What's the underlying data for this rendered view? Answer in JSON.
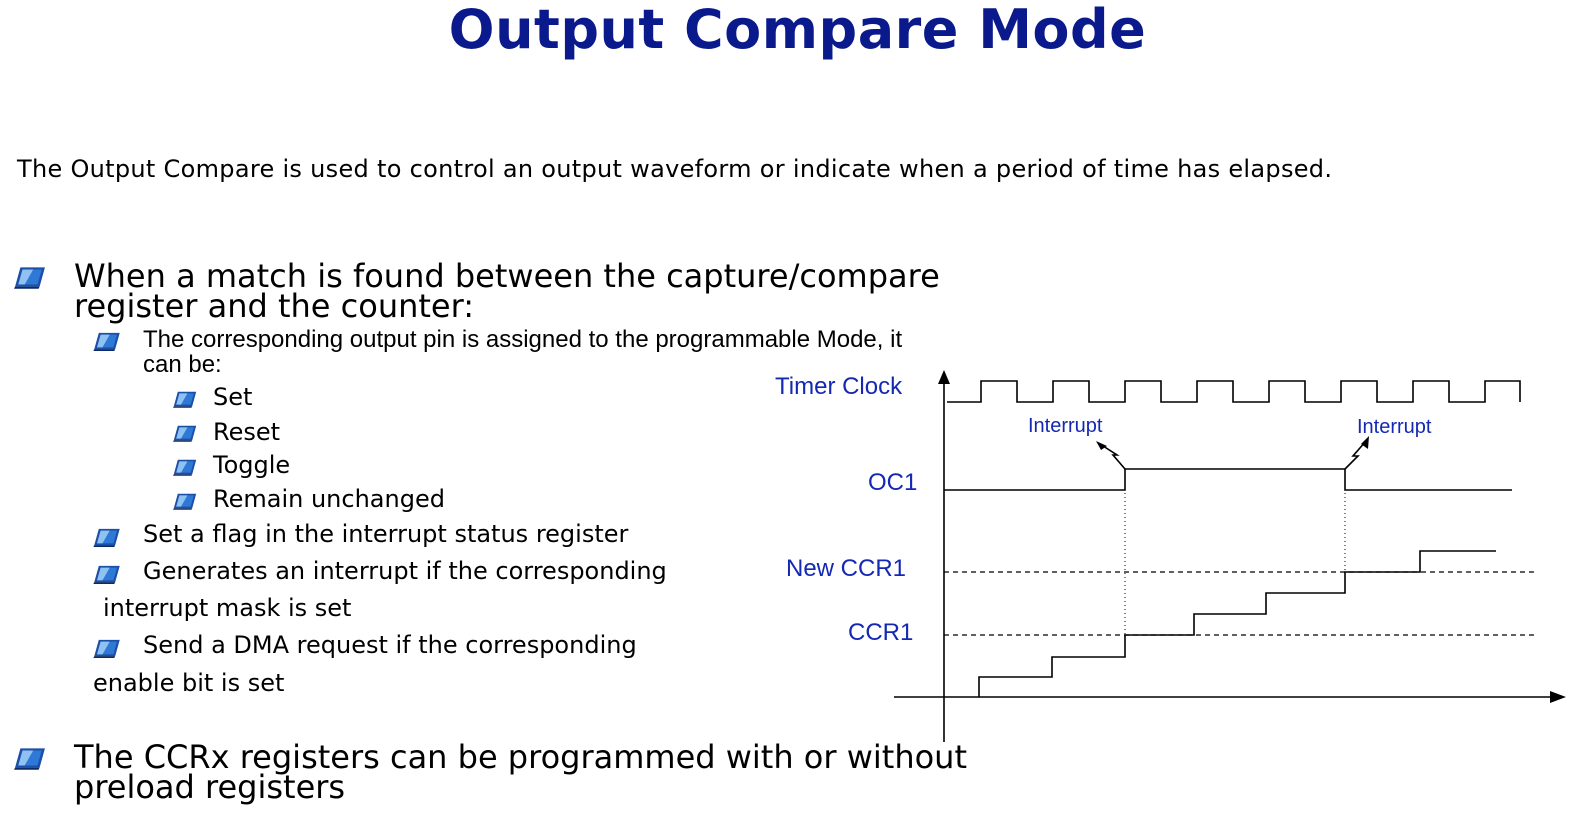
{
  "title": "Output Compare Mode",
  "intro": "The Output Compare is used to control an output waveform or indicate when a period of time has elapsed.",
  "bullets": {
    "b1_line1": "When a match is found between the capture/compare",
    "b1_line2": "register and the counter:",
    "b1a_line1": "The corresponding output pin is assigned to the programmable Mode, it",
    "b1a_line2": "can be:",
    "modes": [
      "Set",
      "Reset",
      "Toggle",
      "Remain unchanged"
    ],
    "b1b": "Set a flag in the interrupt status register",
    "b1c_line1": "Generates an interrupt if the corresponding",
    "b1c_line2": "interrupt mask is set",
    "b1d_line1": "Send a DMA request if the corresponding",
    "b1d_line2": "enable bit is set",
    "b2_line1": "The CCRx registers can be programmed with or without",
    "b2_line2": "preload registers"
  },
  "diagram": {
    "timer_clock": "Timer Clock",
    "oc1": "OC1",
    "new_ccr1": "New CCR1",
    "ccr1": "CCR1",
    "interrupt_1": "Interrupt",
    "interrupt_2": "Interrupt",
    "label_color": "#1428b4",
    "title_color": "#0a1a8c",
    "bullet_icon": "folder-arrow-icon"
  }
}
